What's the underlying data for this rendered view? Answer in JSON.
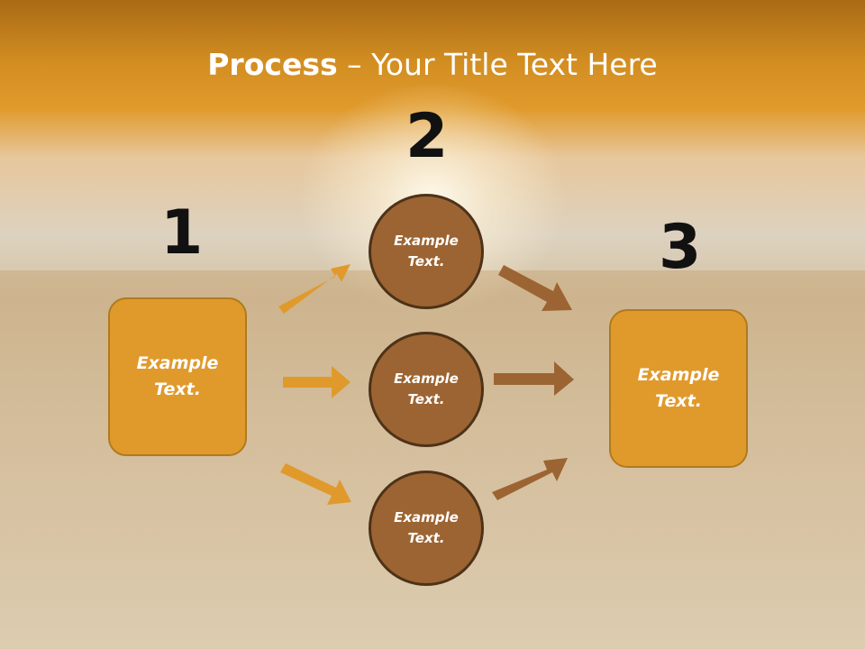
{
  "title": {
    "bold": "Process",
    "rest": " – Your Title Text Here"
  },
  "steps": [
    {
      "number": "1",
      "text": "Example\nText."
    },
    {
      "number": "2",
      "circles": [
        "Example\nText.",
        "Example\nText.",
        "Example\nText."
      ]
    },
    {
      "number": "3",
      "text": "Example\nText."
    }
  ],
  "colors": {
    "box": "#e09a2c",
    "circle": "#9c6432",
    "arrow_left": "#e09a2c",
    "arrow_right": "#9c6432",
    "title_bar": "#d38e22"
  }
}
